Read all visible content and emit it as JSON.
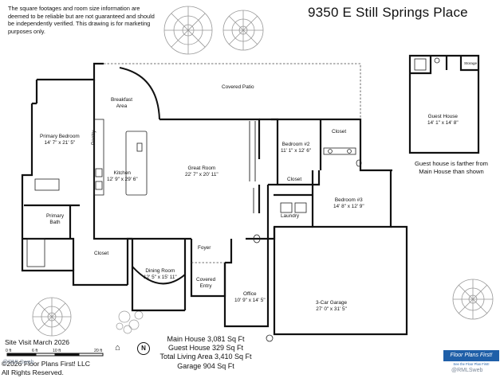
{
  "disclaimer": "The square footages and room size information are deemed to be reliable but are not guaranteed and should be independently verified. This drawing is for marketing purposes only.",
  "address": "9350 E Still Springs Place",
  "rooms": {
    "covered_patio": {
      "name": "Covered Patio"
    },
    "breakfast_area": {
      "name": "Breakfast\nArea"
    },
    "primary_bedroom": {
      "name": "Primary Bedroom",
      "dim": "14' 7\" x 21' 5\""
    },
    "pantry": {
      "name": "Pantry"
    },
    "kitchen": {
      "name": "Kitchen",
      "dim": "12' 9\" x 29' 6\""
    },
    "great_room": {
      "name": "Great Room",
      "dim": "22' 7\" x 20' 11\""
    },
    "bedroom2": {
      "name": "Bedroom #2",
      "dim": "11' 1\" x 12' 6\""
    },
    "closet_b2": {
      "name": "Closet"
    },
    "closet_hall": {
      "name": "Closet"
    },
    "bedroom3": {
      "name": "Bedroom #3",
      "dim": "14' 8\" x 12' 9\""
    },
    "laundry": {
      "name": "Laundry"
    },
    "primary_bath": {
      "name": "Primary\nBath"
    },
    "closet_primary": {
      "name": "Closet"
    },
    "foyer": {
      "name": "Foyer"
    },
    "dining_room": {
      "name": "Dining Room",
      "dim": "12' 5\" x 15' 11\""
    },
    "covered_entry": {
      "name": "Covered\nEntry"
    },
    "office": {
      "name": "Office",
      "dim": "10' 9\" x 14' 5\""
    },
    "garage": {
      "name": "3-Car Garage",
      "dim": "27' 0\" x 31' 5\""
    },
    "guest_house": {
      "name": "Guest House",
      "dim": "14' 1\" x 14' 8\""
    },
    "storage": {
      "name": "Storage"
    }
  },
  "guest_note": "Guest house is farther from Main House than shown",
  "site_visit": "Site Visit March 2026",
  "scale": {
    "labels": [
      "0 ft",
      "6 ft",
      "10 ft",
      "20 ft"
    ]
  },
  "stats": {
    "main_house": "Main House 3,081 Sq Ft",
    "guest_house": "Guest House 329 Sq Ft",
    "total_living": "Total Living Area 3,410 Sq Ft",
    "garage": "Garage 904 Sq Ft"
  },
  "copyright": {
    "line1": "©2026 Floor Plans First! LLC",
    "line2": "All Rights Reserved."
  },
  "watermarks": [
    "@RMLSweb",
    "@RMLSweb"
  ],
  "brand": {
    "name": "Floor Plans First!",
    "tagline": "See the Floor Plan First!"
  },
  "compass_letter": "N",
  "eho_symbol": "⌂"
}
